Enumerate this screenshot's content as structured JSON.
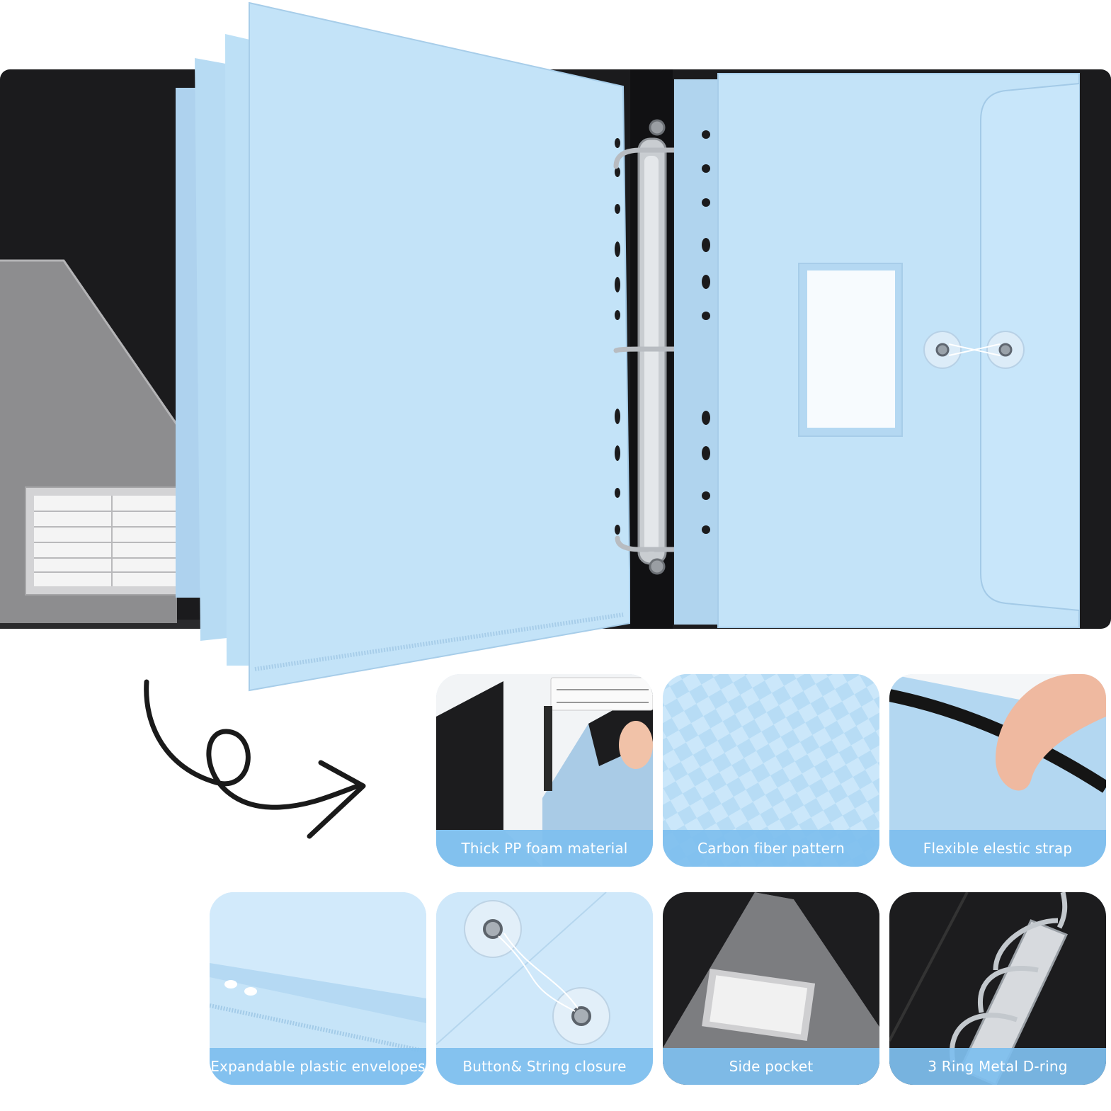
{
  "colors": {
    "sleeve_blue": "#c3e3f8",
    "sleeve_edge": "#a7cde9",
    "cover_black": "#1b1b1d",
    "pocket_gray": "#8d8d8f",
    "caption_blue": "#7ebeee",
    "metal": "#c9cdd1"
  },
  "features": [
    {
      "icon": "ruler-thickness-icon",
      "label": "Thick PP foam material"
    },
    {
      "icon": "carbon-fiber-texture-icon",
      "label": "Carbon fiber pattern"
    },
    {
      "icon": "elastic-strap-icon",
      "label": "Flexible elestic strap"
    },
    {
      "icon": "expandable-envelope-icon",
      "label": "Expandable plastic envelopes"
    },
    {
      "icon": "button-string-icon",
      "label": "Button& String closure"
    },
    {
      "icon": "side-pocket-icon",
      "label": "Side pocket"
    },
    {
      "icon": "d-ring-icon",
      "label": "3 Ring Metal D-ring"
    }
  ]
}
